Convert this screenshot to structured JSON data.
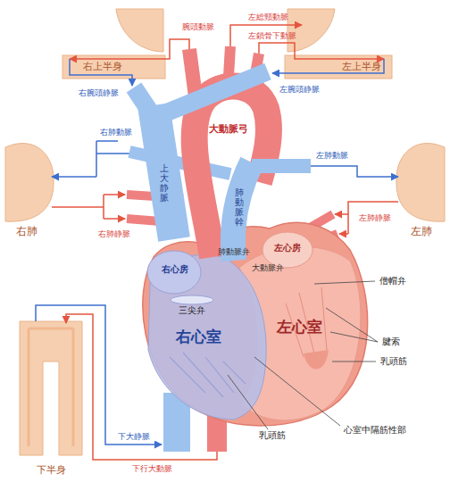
{
  "diagram": {
    "labels": [
      "右上半身",
      "左上半身",
      "左総頸動脈",
      "腕頭動脈",
      "左鎖骨下動脈",
      "右腕頭静脈",
      "左腕頭静脈",
      "右肺動脈",
      "右肺静脈",
      "右肺",
      "大動脈弓",
      "上大静脈",
      "肺動脈幹",
      "左肺動脈",
      "左肺静脈",
      "左肺",
      "左心房",
      "右心房",
      "肺動脈弁",
      "大動脈弁",
      "三尖弁",
      "右心室",
      "左心室",
      "僧帽弁",
      "腱索",
      "乳頭筋",
      "心室中隔筋性部",
      "乳頭筋",
      "下大静脈",
      "下行大動脈",
      "下半身"
    ]
  }
}
